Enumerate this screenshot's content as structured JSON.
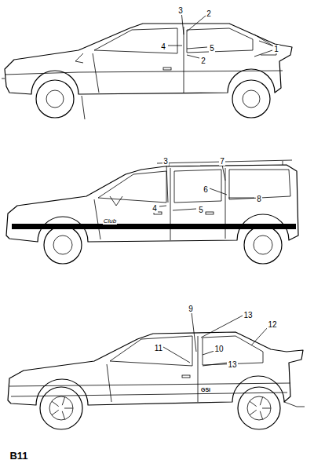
{
  "diagram": {
    "labels": [
      "3",
      "2",
      "4",
      "5",
      "2",
      "1",
      "3",
      "7",
      "6",
      "8",
      "4",
      "5",
      "Club",
      "9",
      "13",
      "11",
      "10",
      "13",
      "12",
      "GSi",
      "B11"
    ]
  }
}
